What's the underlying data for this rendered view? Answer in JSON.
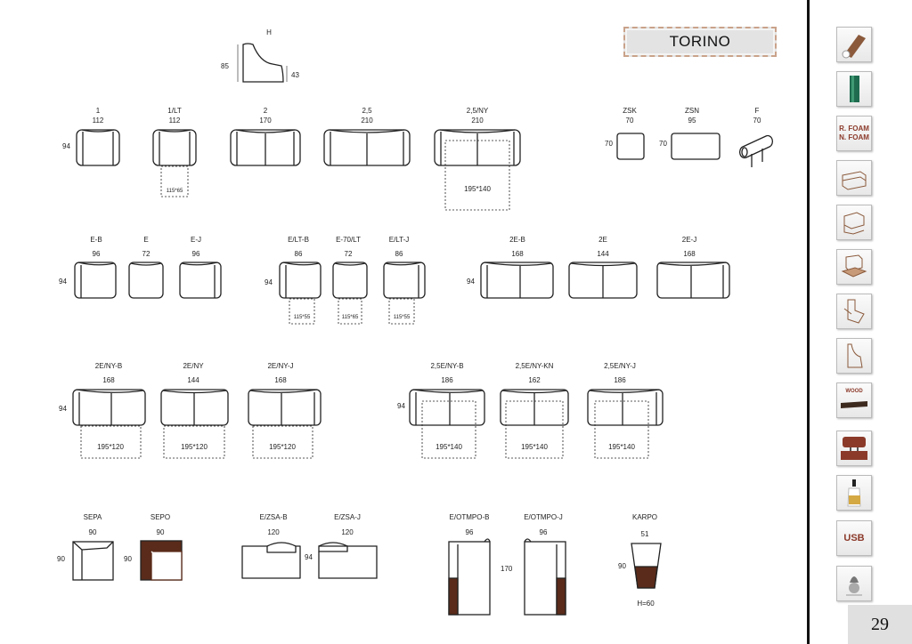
{
  "title": "TORINO",
  "page_number": "29",
  "profile": {
    "h_label": "H",
    "height": "85",
    "seat": "43"
  },
  "items": [
    {
      "code": "1",
      "width": "112"
    },
    {
      "code": "1/LT",
      "width": "112",
      "bed": "115*65"
    },
    {
      "code": "2",
      "width": "170"
    },
    {
      "code": "2,5",
      "width": "210"
    },
    {
      "code": "2,5/NY",
      "width": "210",
      "bed": "195*140"
    },
    {
      "code": "ZSK",
      "width": "70"
    },
    {
      "code": "ZSN",
      "width": "95"
    },
    {
      "code": "F",
      "width": "70"
    },
    {
      "code": "E-B",
      "width": "96"
    },
    {
      "code": "E",
      "width": "72"
    },
    {
      "code": "E-J",
      "width": "96"
    },
    {
      "code": "E/LT-B",
      "width": "86",
      "bed": "115*55"
    },
    {
      "code": "E-70/LT",
      "width": "72",
      "bed": "115*65"
    },
    {
      "code": "E/LT-J",
      "width": "86",
      "bed": "115*55"
    },
    {
      "code": "2E-B",
      "width": "168"
    },
    {
      "code": "2E",
      "width": "144"
    },
    {
      "code": "2E-J",
      "width": "168"
    },
    {
      "code": "2E/NY-B",
      "width": "168",
      "bed": "195*120"
    },
    {
      "code": "2E/NY",
      "width": "144",
      "bed": "195*120"
    },
    {
      "code": "2E/NY-J",
      "width": "168",
      "bed": "195*120"
    },
    {
      "code": "2,5E/NY-B",
      "width": "186",
      "bed": "195*140"
    },
    {
      "code": "2,5E/NY-KN",
      "width": "162",
      "bed": "195*140"
    },
    {
      "code": "2,5E/NY-J",
      "width": "186",
      "bed": "195*140"
    },
    {
      "code": "SEPA",
      "width": "90"
    },
    {
      "code": "SEPO",
      "width": "90"
    },
    {
      "code": "E/ZSA-B",
      "width": "120"
    },
    {
      "code": "E/ZSA-J",
      "width": "120"
    },
    {
      "code": "E/OTMPO-B",
      "width": "96"
    },
    {
      "code": "E/OTMPO-J",
      "width": "96"
    },
    {
      "code": "KARPO",
      "width": "51"
    }
  ],
  "depths": {
    "row1": "94",
    "zsk": "70",
    "zsn": "70",
    "row2a": "94",
    "row2b": "94",
    "row2c": "94",
    "row3a": "94",
    "row3b": "94",
    "sepa": "90",
    "sepo": "90",
    "zsa": "94",
    "otmpo": "170",
    "karpo": "90"
  },
  "karpo_h": "H=60",
  "sidebar": {
    "r_foam": "R. FOAM",
    "n_foam": "N. FOAM",
    "wood": "WOOD",
    "usb": "USB",
    "icons": [
      "armrest-icon",
      "fabric-roll-icon",
      "foam-icon",
      "sofa-bed-icon",
      "bed-mechanism-icon",
      "pullout-bed-icon",
      "recliner-outline-icon",
      "seat-profile-icon",
      "wood-leg-icon",
      "headrest-icon",
      "bottle-icon",
      "usb-icon",
      "lamp-icon"
    ]
  },
  "colors": {
    "leather": "#5a2b1a",
    "accent": "#8b3a2a",
    "title_border": "#c9a28a"
  }
}
